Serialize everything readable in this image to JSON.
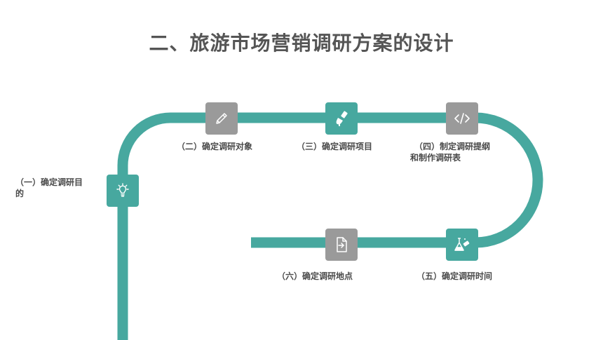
{
  "title": "二、旅游市场营销调研方案的设计",
  "steps": [
    {
      "label": "（一）确定调研目",
      "label2": "的",
      "icon": "lightbulb-icon"
    },
    {
      "label": "（二）确定调研对象",
      "icon": "pencil-icon"
    },
    {
      "label": "（三）确定调研项目",
      "icon": "paint-brush-icon"
    },
    {
      "label": "（四）制定调研提纲",
      "label2": "和制作调研表",
      "icon": "code-icon"
    },
    {
      "label": "（五）确定调研时间",
      "icon": "flask-icon"
    },
    {
      "label": "（六）确定调研地点",
      "icon": "file-export-icon"
    }
  ],
  "colors": {
    "track": "#47a89f",
    "node_teal": "#47a89f",
    "node_gray": "#9a9a9a",
    "title": "#555555"
  }
}
